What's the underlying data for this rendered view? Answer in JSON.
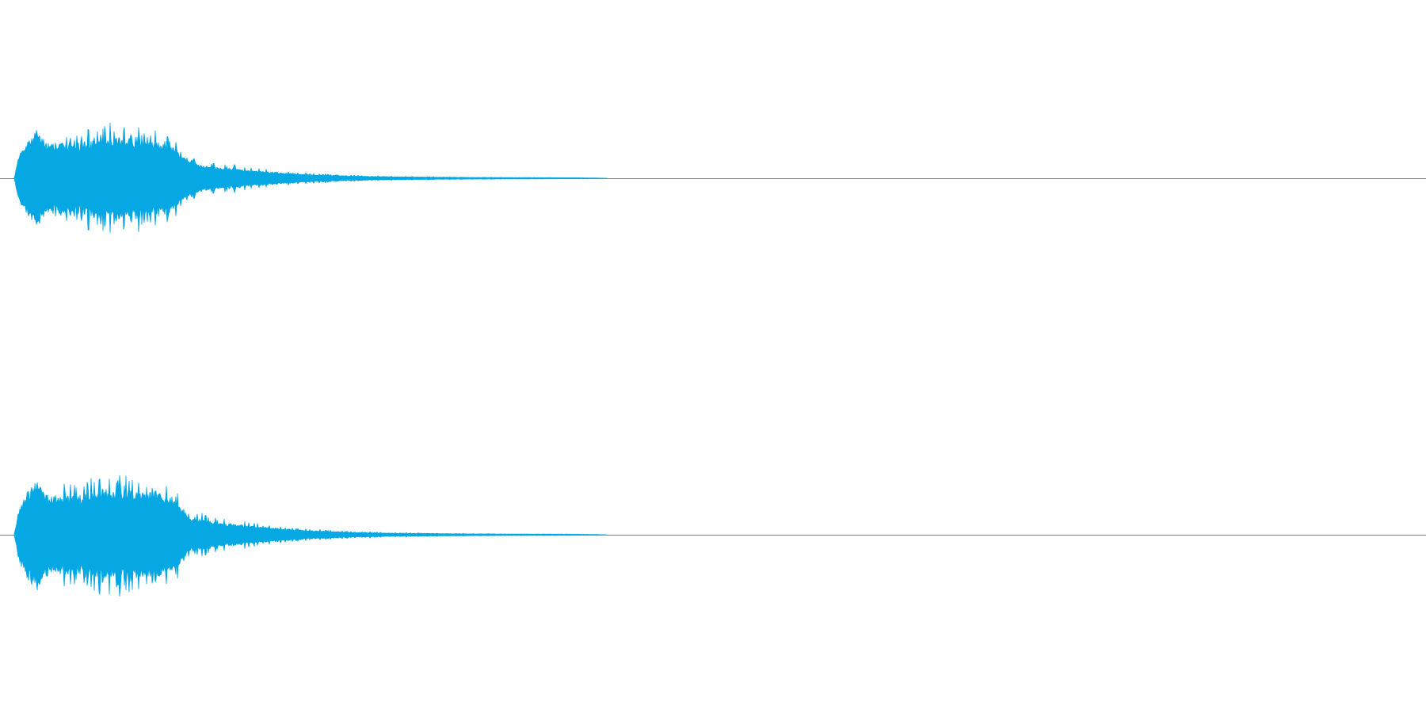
{
  "colors": {
    "background": "#ffffff",
    "waveform": "#06a8e3",
    "baseline": "#06a8e3"
  },
  "waveform": {
    "channels": [
      {
        "name": "",
        "envelope": [
          [
            0.0,
            0.0
          ],
          [
            0.003,
            0.45
          ],
          [
            0.008,
            0.7
          ],
          [
            0.013,
            0.88
          ],
          [
            0.016,
            0.98
          ],
          [
            0.02,
            0.8
          ],
          [
            0.025,
            0.68
          ],
          [
            0.032,
            0.72
          ],
          [
            0.04,
            0.68
          ],
          [
            0.05,
            0.72
          ],
          [
            0.06,
            0.8
          ],
          [
            0.07,
            0.82
          ],
          [
            0.08,
            0.8
          ],
          [
            0.09,
            0.78
          ],
          [
            0.1,
            0.76
          ],
          [
            0.11,
            0.72
          ],
          [
            0.115,
            0.6
          ],
          [
            0.12,
            0.46
          ],
          [
            0.125,
            0.32
          ],
          [
            0.135,
            0.25
          ],
          [
            0.15,
            0.2
          ],
          [
            0.17,
            0.16
          ],
          [
            0.19,
            0.11
          ],
          [
            0.21,
            0.075
          ],
          [
            0.24,
            0.045
          ],
          [
            0.27,
            0.03
          ],
          [
            0.3,
            0.022
          ],
          [
            0.34,
            0.016
          ],
          [
            0.38,
            0.012
          ],
          [
            0.4,
            0.01
          ],
          [
            0.42,
            0.0
          ],
          [
            1.0,
            0.0
          ]
        ]
      },
      {
        "name": "",
        "envelope": [
          [
            0.0,
            0.0
          ],
          [
            0.003,
            0.45
          ],
          [
            0.008,
            0.72
          ],
          [
            0.013,
            0.9
          ],
          [
            0.016,
            0.98
          ],
          [
            0.02,
            0.8
          ],
          [
            0.025,
            0.7
          ],
          [
            0.032,
            0.72
          ],
          [
            0.04,
            0.7
          ],
          [
            0.05,
            0.74
          ],
          [
            0.06,
            0.82
          ],
          [
            0.07,
            0.82
          ],
          [
            0.08,
            0.8
          ],
          [
            0.09,
            0.78
          ],
          [
            0.1,
            0.76
          ],
          [
            0.11,
            0.72
          ],
          [
            0.115,
            0.6
          ],
          [
            0.12,
            0.46
          ],
          [
            0.125,
            0.32
          ],
          [
            0.135,
            0.26
          ],
          [
            0.15,
            0.2
          ],
          [
            0.17,
            0.16
          ],
          [
            0.19,
            0.11
          ],
          [
            0.21,
            0.075
          ],
          [
            0.24,
            0.045
          ],
          [
            0.27,
            0.03
          ],
          [
            0.3,
            0.022
          ],
          [
            0.34,
            0.016
          ],
          [
            0.38,
            0.012
          ],
          [
            0.4,
            0.01
          ],
          [
            0.42,
            0.0
          ],
          [
            1.0,
            0.0
          ]
        ]
      }
    ]
  }
}
